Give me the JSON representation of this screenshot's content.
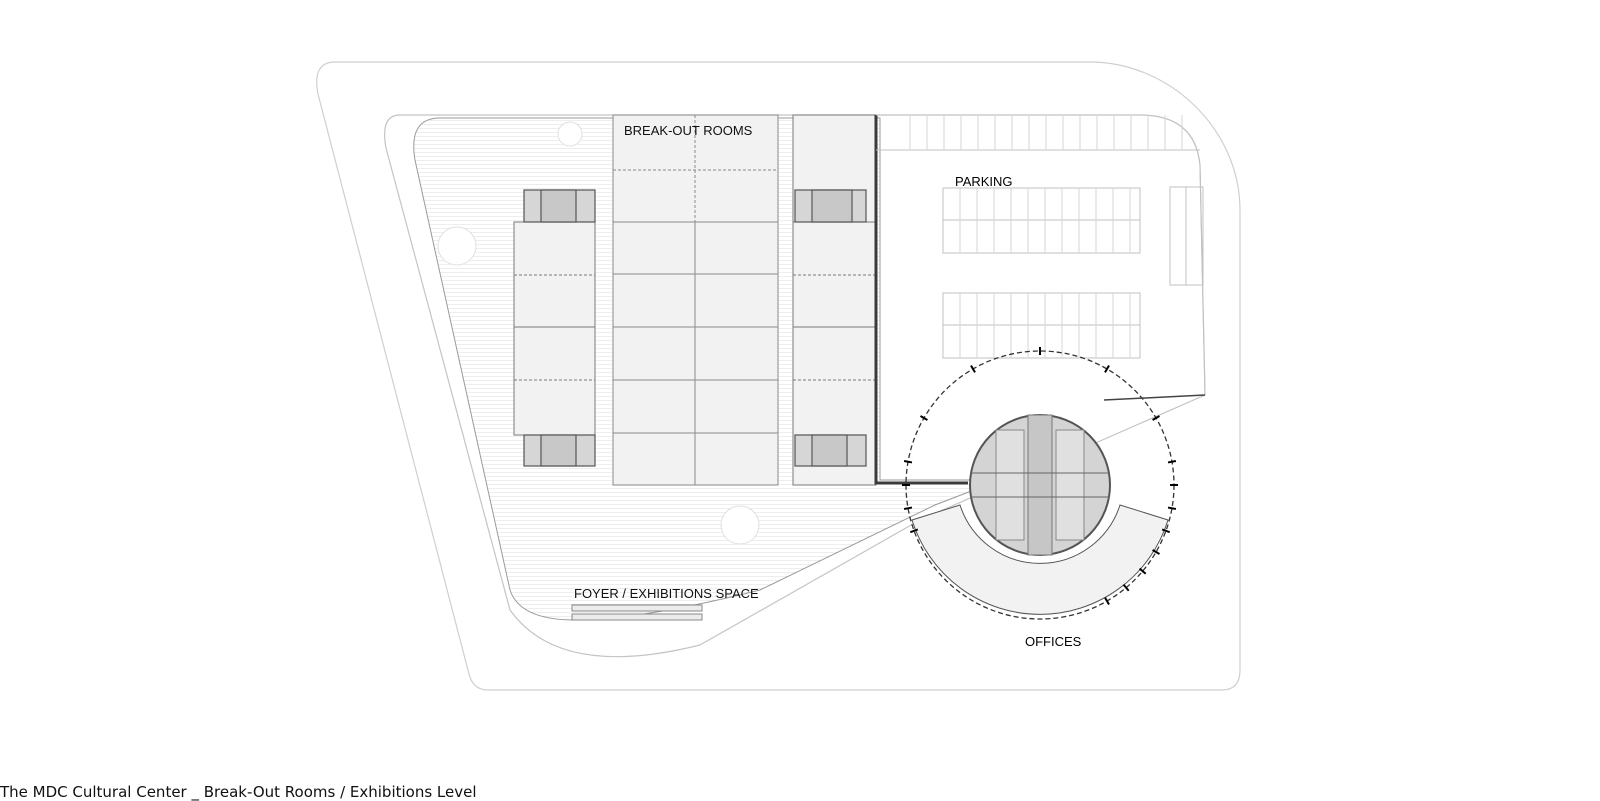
{
  "labels": {
    "break_out_rooms": "BREAK-OUT ROOMS",
    "parking": "PARKING",
    "foyer": "FOYER / EXHIBITIONS SPACE",
    "offices": "OFFICES"
  },
  "caption": "The MDC Cultural Center _ Break-Out Rooms / Exhibitions Level",
  "colors": {
    "outline": "#c8c8c8",
    "wall": "#3a3a3a",
    "floor_fill": "#f2f2f2",
    "core_fill": "#d4d4d4",
    "hatch": "#d8d8d8"
  }
}
